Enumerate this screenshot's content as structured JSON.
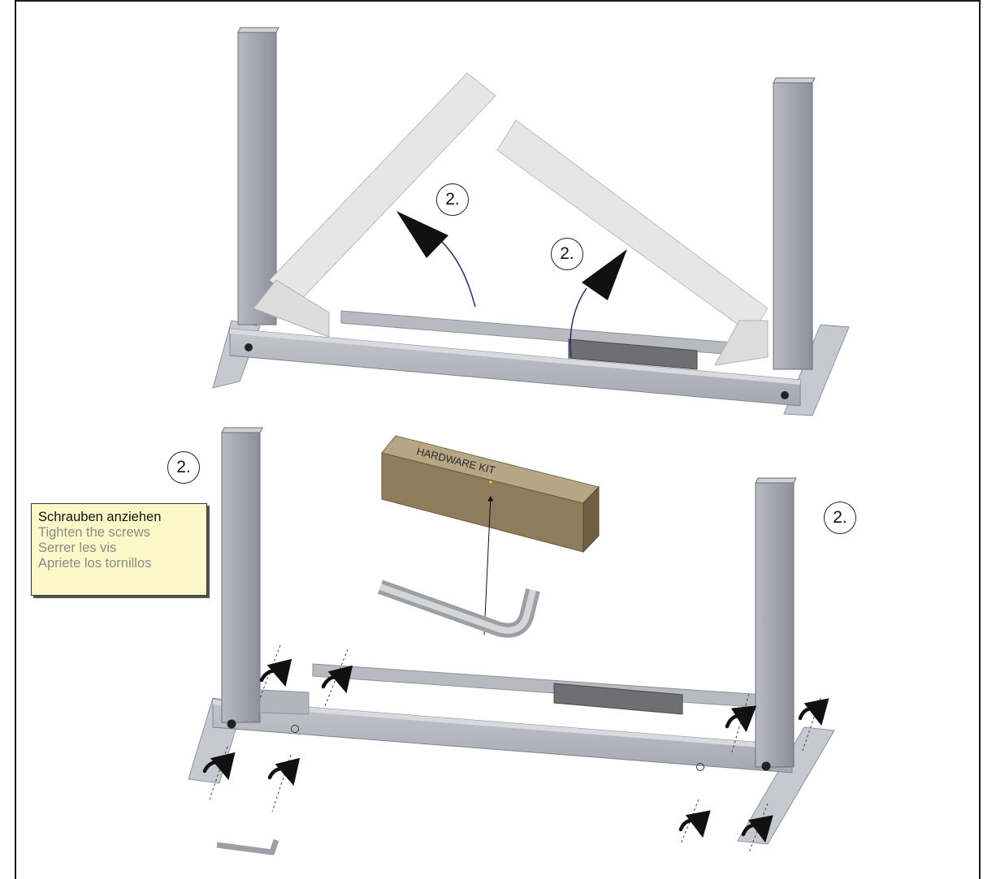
{
  "steps": {
    "marker_1": "2.",
    "marker_2": "2.",
    "marker_3": "2.",
    "marker_4": "2."
  },
  "hardware_kit": {
    "label": "HARDWARE KIT"
  },
  "note": {
    "de": "Schrauben anziehen",
    "en": "Tighten the screws",
    "fr": "Serrer les vis",
    "es": "Apriete los tornillos"
  },
  "colors": {
    "frame_gray": "#9a9ca6",
    "frame_light": "#c9cbd2",
    "leg_pale": "#e8e8e8",
    "box_tan": "#a8977a",
    "note_bg": "#fdf8c8",
    "arrow_black": "#111111",
    "arc_blue": "#2a2a6a"
  }
}
